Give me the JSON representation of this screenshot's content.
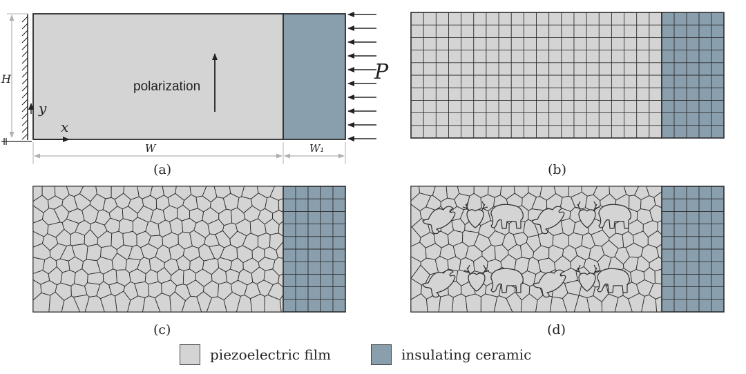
{
  "labels": {
    "height": "H",
    "y_axis": "y",
    "x_axis": "x",
    "width": "W",
    "width1": "W₁",
    "pressure": "P",
    "polarization": "polarization"
  },
  "captions": {
    "a": "(a)",
    "b": "(b)",
    "c": "(c)",
    "d": "(d)"
  },
  "legend": {
    "film_label": "piezoelectric film",
    "ceramic_label": "insulating ceramic"
  },
  "colors": {
    "film": "#d4d4d4",
    "ceramic": "#8a9fae",
    "line": "#2b2b2b",
    "dim": "#b0b0b0"
  },
  "icons": {
    "inclusion_bird": "bird-icon",
    "inclusion_deer": "deer-head-icon",
    "inclusion_elephant": "elephant-icon"
  }
}
